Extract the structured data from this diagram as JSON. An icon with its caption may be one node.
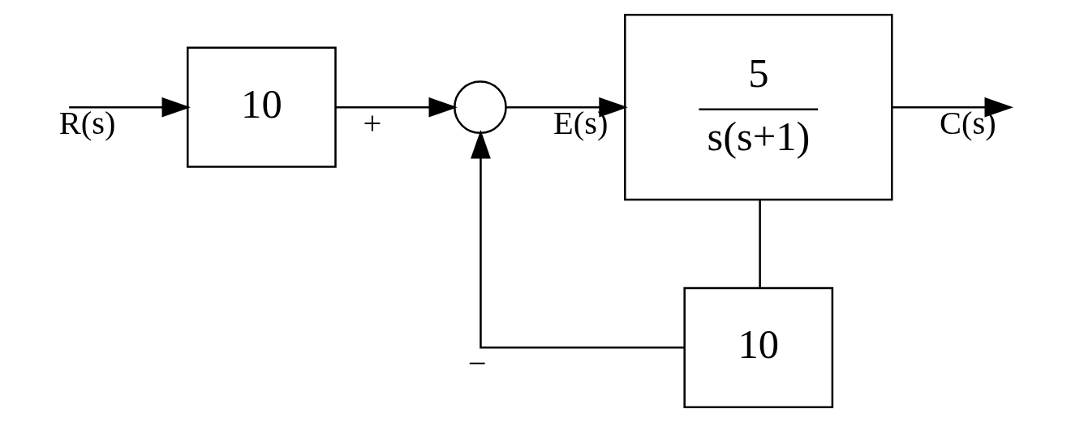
{
  "diagram": {
    "nodes": [
      {
        "text": [
          "10"
        ]
      },
      {
        "text": [],
        "shape": "circle"
      },
      {
        "text": [
          "5",
          "s(s+1)"
        ]
      },
      {
        "text": [
          "10"
        ]
      }
    ],
    "edges": [
      {
        "from": null,
        "to": 0,
        "arrow": "to",
        "label": "R(s)"
      },
      {
        "from": 0,
        "to": 1,
        "arrow": "to",
        "label": "+"
      },
      {
        "from": 1,
        "to": 2,
        "arrow": "to",
        "label": "E(s)"
      },
      {
        "from": 2,
        "to": null,
        "arrow": "to",
        "label": "C(s)"
      },
      {
        "from": 2,
        "to": 3,
        "arrow": "none"
      },
      {
        "from": 3,
        "to": 1,
        "arrow": "to",
        "label": "−"
      }
    ]
  }
}
